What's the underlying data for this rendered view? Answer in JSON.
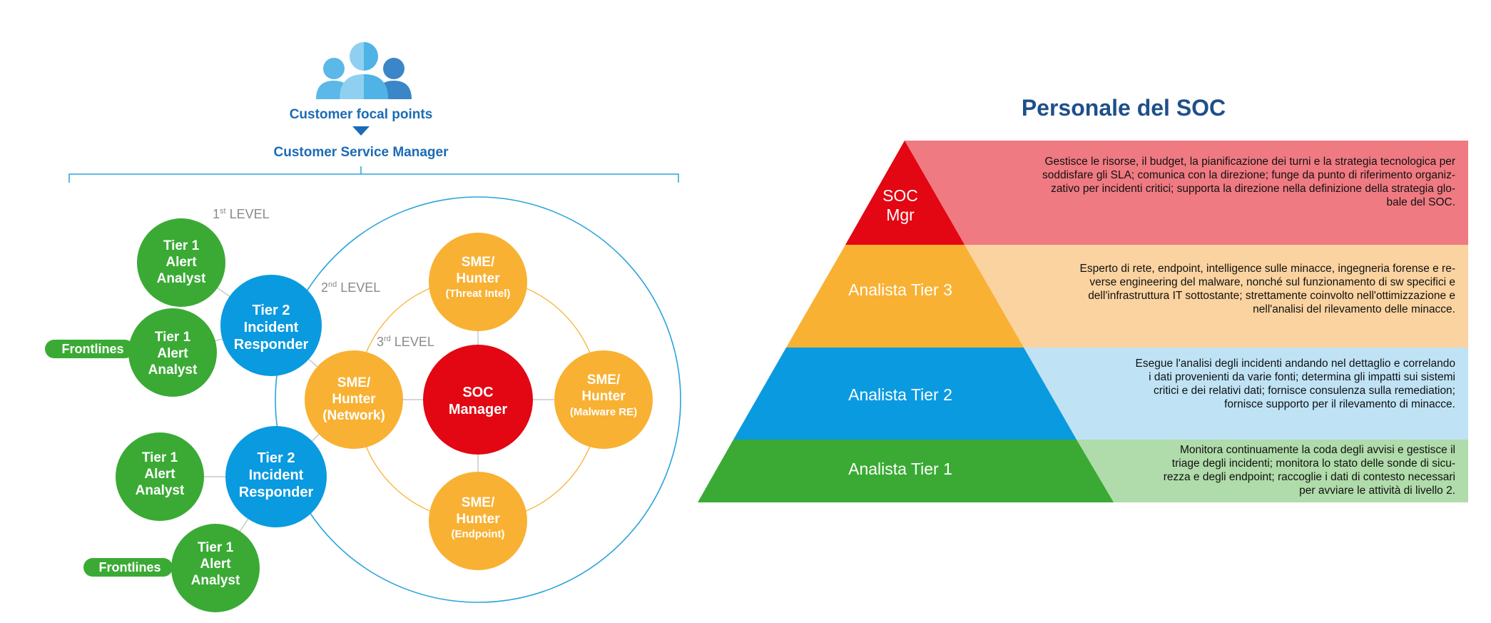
{
  "left_diagram": {
    "customer_focal_points": "Customer focal points",
    "customer_service_manager": "Customer Service Manager",
    "level_1": {
      "num": "1",
      "sup": "st",
      "text": " LEVEL"
    },
    "level_2": {
      "num": "2",
      "sup": "nd",
      "text": " LEVEL"
    },
    "level_3": {
      "num": "3",
      "sup": "rd",
      "text": " LEVEL"
    },
    "frontlines_1": "Frontlines",
    "frontlines_2": "Frontlines",
    "tier1_a": [
      "Tier 1",
      "Alert",
      "Analyst"
    ],
    "tier1_b": [
      "Tier 1",
      "Alert",
      "Analyst"
    ],
    "tier1_c": [
      "Tier 1",
      "Alert",
      "Analyst"
    ],
    "tier1_d": [
      "Tier 1",
      "Alert",
      "Analyst"
    ],
    "tier2_a": [
      "Tier 2",
      "Incident",
      "Responder"
    ],
    "tier2_b": [
      "Tier 2",
      "Incident",
      "Responder"
    ],
    "sme_threat": [
      "SME/",
      "Hunter",
      "(Threat Intel)"
    ],
    "sme_network": [
      "SME/",
      "Hunter",
      "(Network)"
    ],
    "sme_malware": [
      "SME/",
      "Hunter",
      "(Malware RE)"
    ],
    "sme_endpoint": [
      "SME/",
      "Hunter",
      "(Endpoint)"
    ],
    "soc_manager": [
      "SOC",
      "Manager"
    ],
    "colors": {
      "green": "#3aaa35",
      "blue": "#0a9ae0",
      "orange": "#f8b133",
      "red": "#e30613",
      "line_blue": "#2aa3dc"
    }
  },
  "pyramid": {
    "title": "Personale del SOC",
    "tiers": [
      {
        "label": [
          "SOC",
          "Mgr"
        ],
        "color": "#e30613",
        "bg": "#f07a82",
        "desc": [
          "Gestisce le risorse, il budget, la pianificazione dei turni e la strategia tecnologica per",
          "soddisfare gli SLA; comunica con la direzione; funge da punto di riferimento organiz-",
          "zativo per incidenti critici; supporta la direzione nella definizione della strategia glo-",
          "bale del SOC."
        ]
      },
      {
        "label": [
          "Analista Tier 3"
        ],
        "color": "#f8b133",
        "bg": "#fbd3a0",
        "desc": [
          "Esperto di rete, endpoint, intelligence sulle minacce, ingegneria forense e re-",
          "verse engineering del malware, nonché sul funzionamento di sw specifici e",
          "dell'infrastruttura IT sottostante; strettamente coinvolto nell'ottimizzazione e",
          "nell'analisi del rilevamento delle minacce."
        ]
      },
      {
        "label": [
          "Analista Tier 2"
        ],
        "color": "#0a9ae0",
        "bg": "#bfe3f5",
        "desc": [
          "Esegue l'analisi degli incidenti andando nel dettaglio e correlando",
          "i dati provenienti da varie fonti; determina gli impatti sui sistemi",
          "critici e dei relativi dati; fornisce consulenza sulla remediation;",
          "fornisce supporto per il rilevamento di minacce."
        ]
      },
      {
        "label": [
          "Analista Tier 1"
        ],
        "color": "#3aaa35",
        "bg": "#b0dbaa",
        "desc": [
          "Monitora continuamente la coda degli avvisi e gestisce il",
          "triage degli incidenti; monitora lo stato delle sonde di sicu-",
          "rezza e degli endpoint; raccoglie i dati di contesto necessari",
          "per avviare le attività di livello 2."
        ]
      }
    ]
  }
}
